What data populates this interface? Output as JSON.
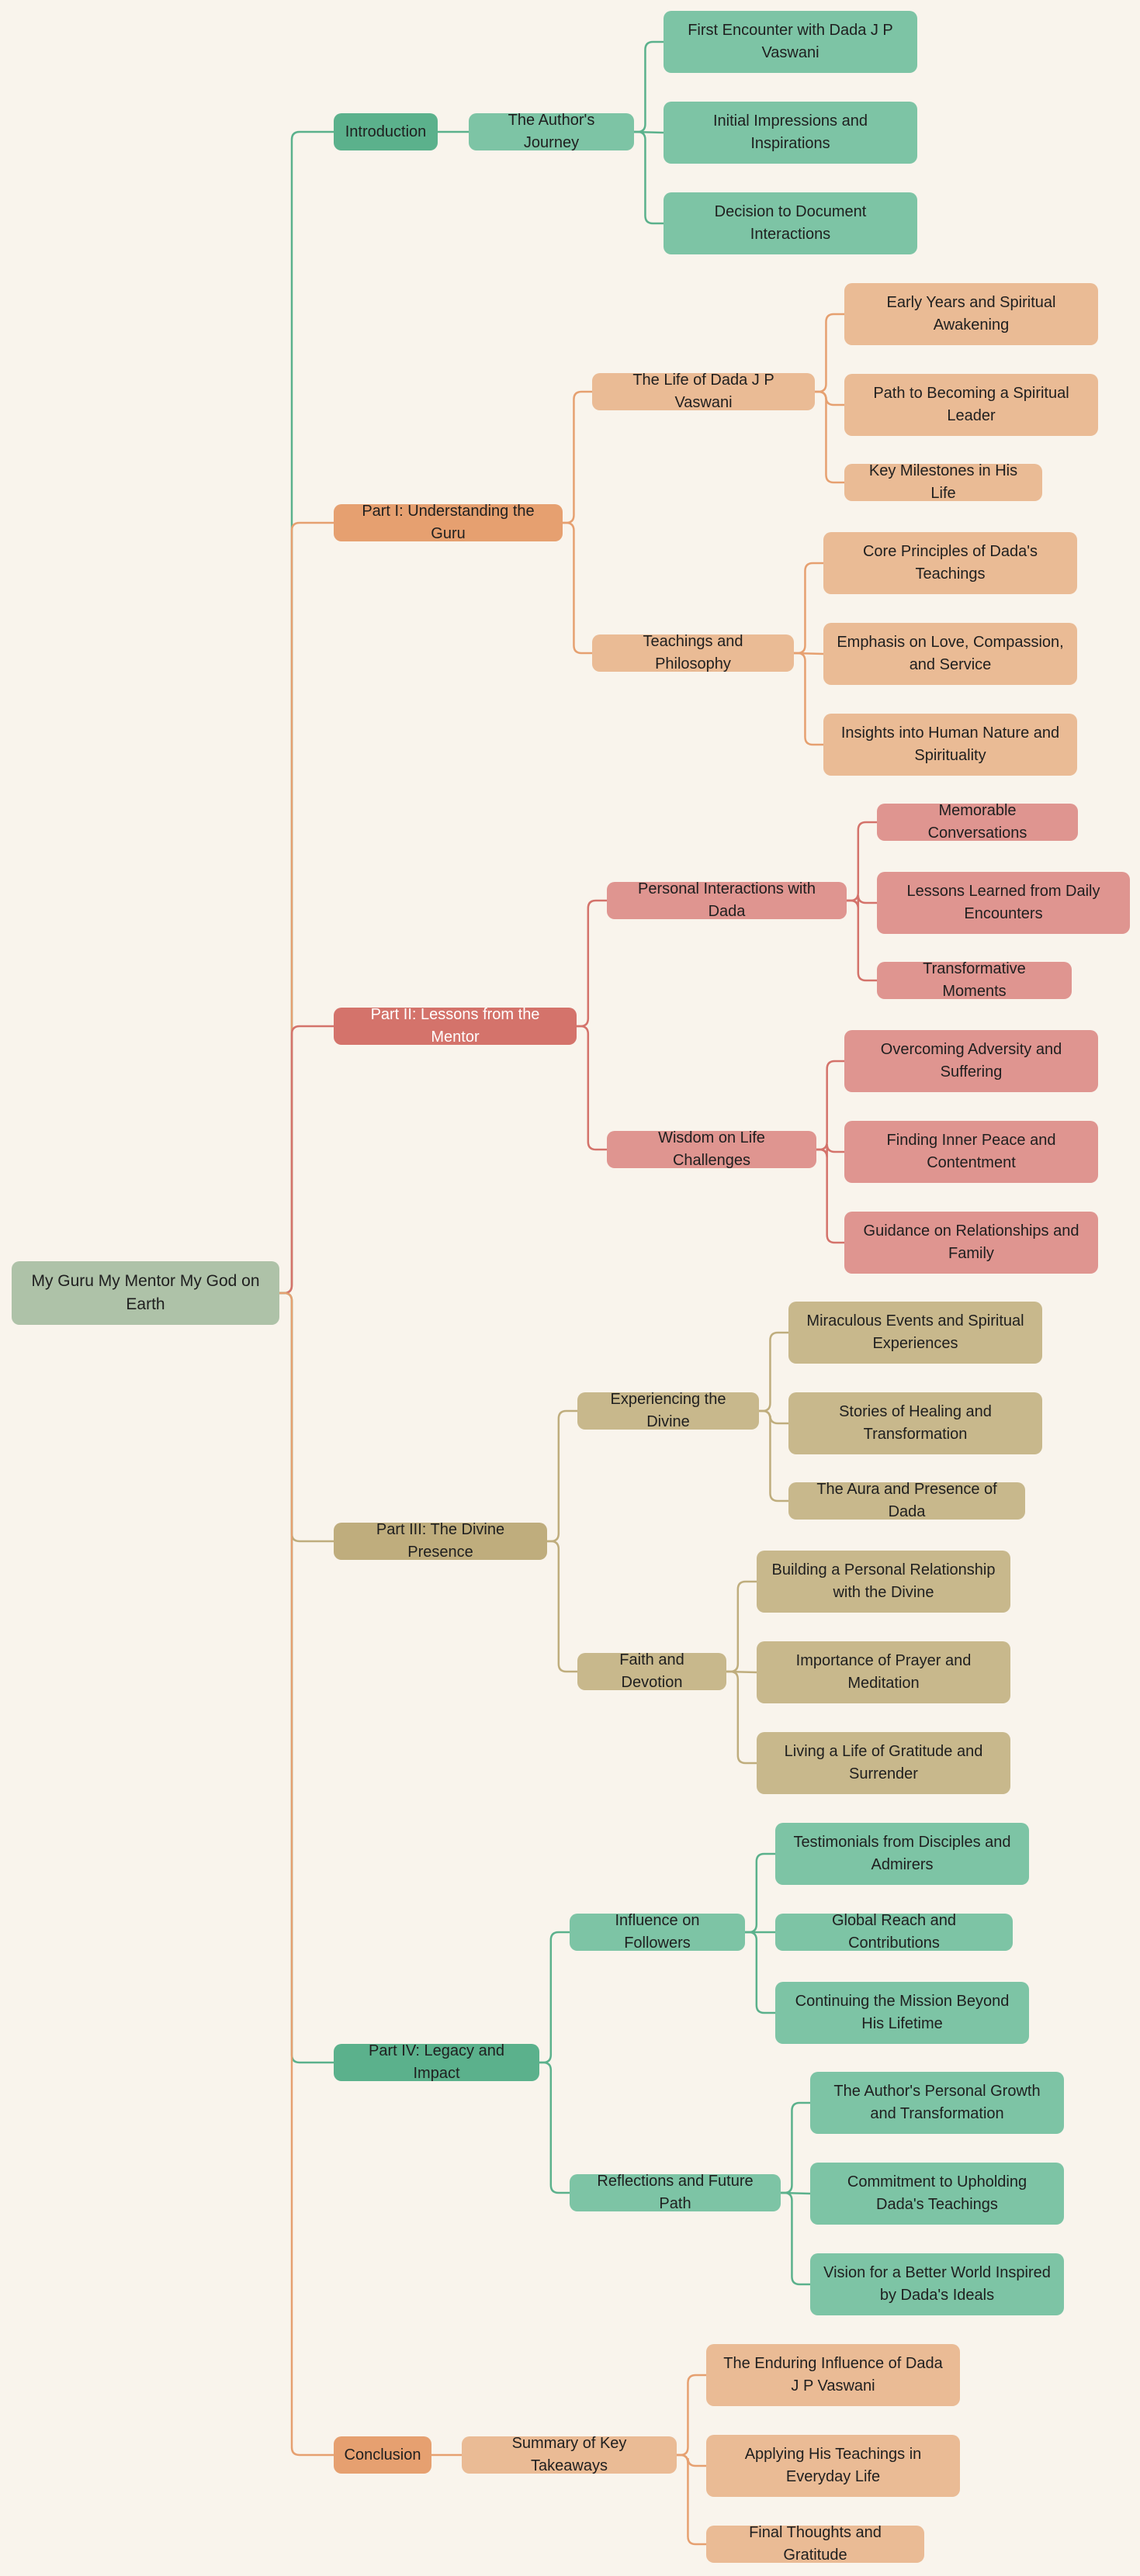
{
  "palette": {
    "background": "#f9f4ec",
    "root": "#aec2a8",
    "teal_dark": "#5bb18c",
    "teal_light": "#7dc4a5",
    "orange_dark": "#e6a070",
    "orange_light": "#eabb95",
    "red_dark": "#d4736b",
    "red_light": "#df9590",
    "khaki_dark": "#bfad7d",
    "khaki_light": "#c8b88c"
  },
  "root": {
    "label": "My Guru My Mentor My God on Earth",
    "color": "#aec2a8",
    "sections": [
      {
        "label": "Introduction",
        "color": "#5bb18c",
        "line": "#5bb18c",
        "topics": [
          {
            "label": "The Author's Journey",
            "color": "#7dc4a5",
            "items": [
              "First Encounter with Dada J P Vaswani",
              "Initial Impressions and Inspirations",
              "Decision to Document Interactions"
            ]
          }
        ]
      },
      {
        "label": "Part I: Understanding the Guru",
        "color": "#e6a070",
        "line": "#e6a070",
        "topics": [
          {
            "label": "The Life of Dada J P Vaswani",
            "color": "#eabb95",
            "items": [
              "Early Years and Spiritual Awakening",
              "Path to Becoming a Spiritual Leader",
              "Key Milestones in His Life"
            ]
          },
          {
            "label": "Teachings and Philosophy",
            "color": "#eabb95",
            "items": [
              "Core Principles of Dada's Teachings",
              "Emphasis on Love, Compassion, and Service",
              "Insights into Human Nature and Spirituality"
            ]
          }
        ]
      },
      {
        "label": "Part II: Lessons from the Mentor",
        "color": "#d4736b",
        "line": "#d4736b",
        "light_text": true,
        "topics": [
          {
            "label": "Personal Interactions with Dada",
            "color": "#df9590",
            "items": [
              "Memorable Conversations",
              "Lessons Learned from Daily Encounters",
              "Transformative Moments"
            ]
          },
          {
            "label": "Wisdom on Life Challenges",
            "color": "#df9590",
            "items": [
              "Overcoming Adversity and Suffering",
              "Finding Inner Peace and Contentment",
              "Guidance on Relationships and Family"
            ]
          }
        ]
      },
      {
        "label": "Part III: The Divine Presence",
        "color": "#bfad7d",
        "line": "#bfad7d",
        "topics": [
          {
            "label": "Experiencing the Divine",
            "color": "#c8b88c",
            "items": [
              "Miraculous Events and Spiritual Experiences",
              "Stories of Healing and Transformation",
              "The Aura and Presence of Dada"
            ]
          },
          {
            "label": "Faith and Devotion",
            "color": "#c8b88c",
            "items": [
              "Building a Personal Relationship with the Divine",
              "Importance of Prayer and Meditation",
              "Living a Life of Gratitude and Surrender"
            ]
          }
        ]
      },
      {
        "label": "Part IV: Legacy and Impact",
        "color": "#5bb18c",
        "line": "#5bb18c",
        "topics": [
          {
            "label": "Influence on Followers",
            "color": "#7dc4a5",
            "items": [
              "Testimonials from Disciples and Admirers",
              "Global Reach and Contributions",
              "Continuing the Mission Beyond His Lifetime"
            ]
          },
          {
            "label": "Reflections and Future Path",
            "color": "#7dc4a5",
            "items": [
              "The Author's Personal Growth and Transformation",
              "Commitment to Upholding Dada's Teachings",
              "Vision for a Better World Inspired by Dada's Ideals"
            ]
          }
        ]
      },
      {
        "label": "Conclusion",
        "color": "#e6a070",
        "line": "#e6a070",
        "topics": [
          {
            "label": "Summary of Key Takeaways",
            "color": "#eabb95",
            "items": [
              "The Enduring Influence of Dada J P Vaswani",
              "Applying His Teachings in Everyday Life",
              "Final Thoughts and Gratitude"
            ]
          }
        ]
      }
    ]
  }
}
